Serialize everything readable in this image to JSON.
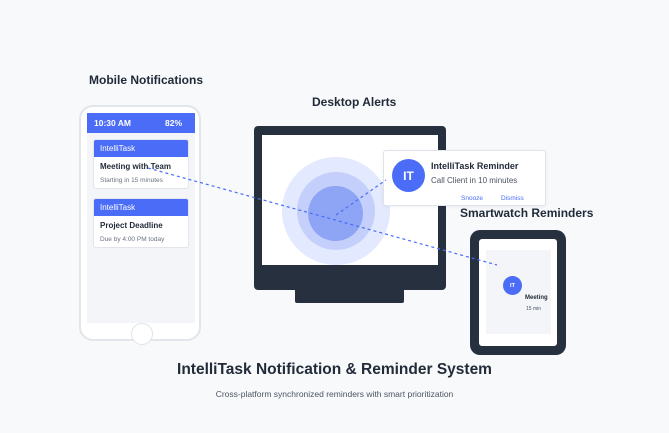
{
  "labels": {
    "mobile": "Mobile Notifications",
    "desktop": "Desktop Alerts",
    "smartwatch": "Smartwatch Reminders"
  },
  "phone": {
    "time": "10:30 AM",
    "battery": "82%",
    "notifications": [
      {
        "app": "IntelliTask",
        "title": "Meeting with Team",
        "detail": "Starting in 15 minutes"
      },
      {
        "app": "IntelliTask",
        "title": "Project Deadline",
        "detail": "Due by 4:00 PM today"
      }
    ]
  },
  "desktop_alert": {
    "avatar": "IT",
    "title": "IntelliTask Reminder",
    "message": "Call Client in 10 minutes",
    "snooze": "Snooze",
    "dismiss": "Dismiss"
  },
  "watch": {
    "avatar": "IT",
    "title": "Meeting",
    "detail": "15 min"
  },
  "footer": {
    "title": "IntelliTask Notification & Reminder System",
    "subtitle": "Cross-platform synchronized reminders with smart prioritization"
  },
  "colors": {
    "accent": "#4a6cf7",
    "device_frame": "#27303f",
    "connector": "#4a6cf7"
  }
}
